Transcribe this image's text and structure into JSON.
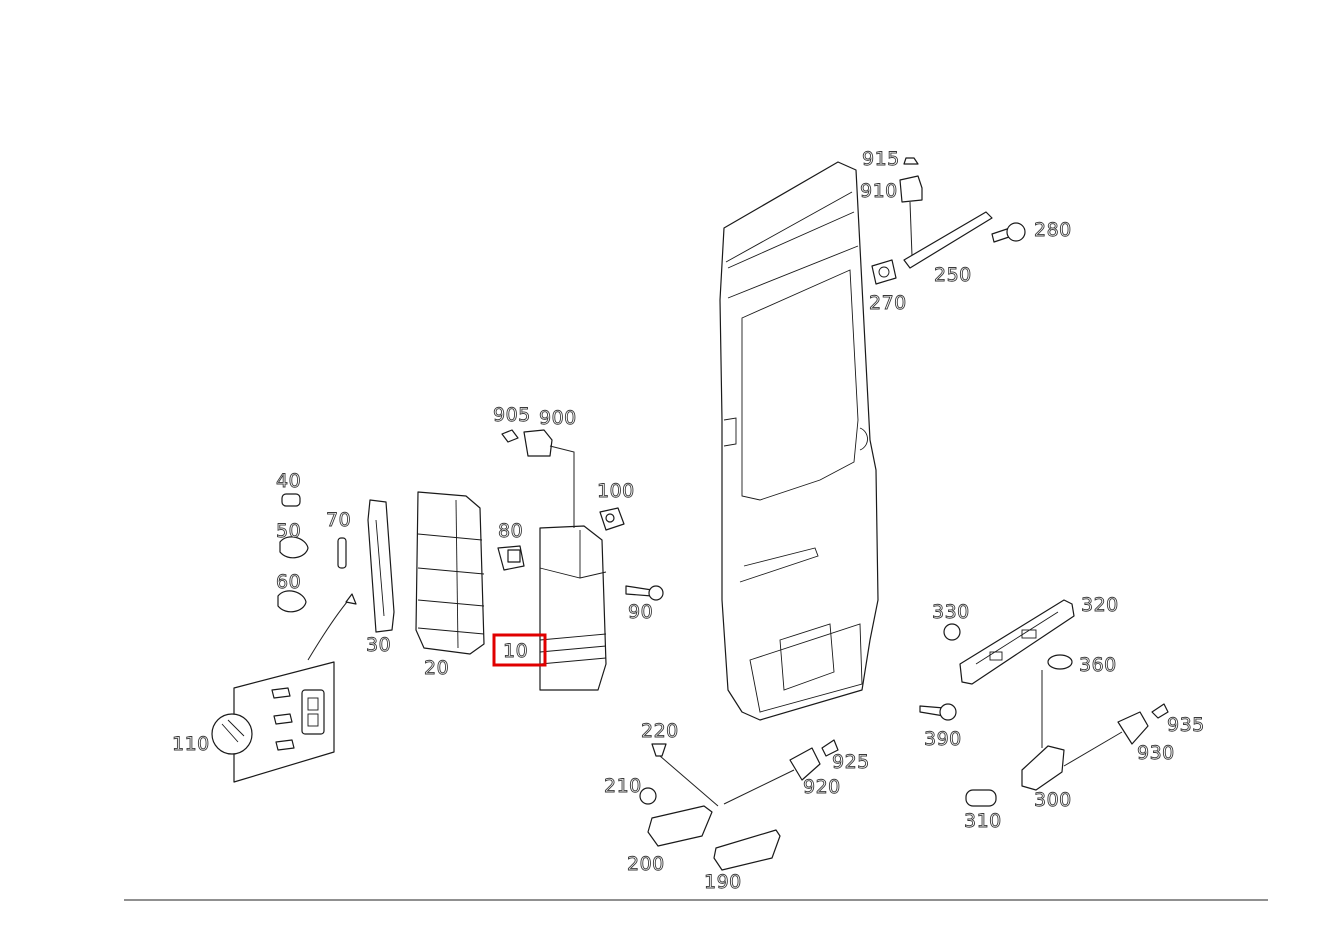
{
  "colors": {
    "highlight": "#e00000",
    "line": "#1a1a1a",
    "background": "#ffffff"
  },
  "labels": {
    "p10": "10",
    "p20": "20",
    "p30": "30",
    "p40": "40",
    "p50": "50",
    "p60": "60",
    "p70": "70",
    "p80": "80",
    "p90": "90",
    "p100": "100",
    "p110": "110",
    "p190": "190",
    "p200": "200",
    "p210": "210",
    "p220": "220",
    "p250": "250",
    "p270": "270",
    "p280": "280",
    "p300": "300",
    "p310": "310",
    "p320": "320",
    "p330": "330",
    "p360": "360",
    "p390": "390",
    "p900": "900",
    "p905": "905",
    "p910": "910",
    "p915": "915",
    "p920": "920",
    "p925": "925",
    "p930": "930",
    "p935": "935"
  },
  "highlighted_part": "10"
}
